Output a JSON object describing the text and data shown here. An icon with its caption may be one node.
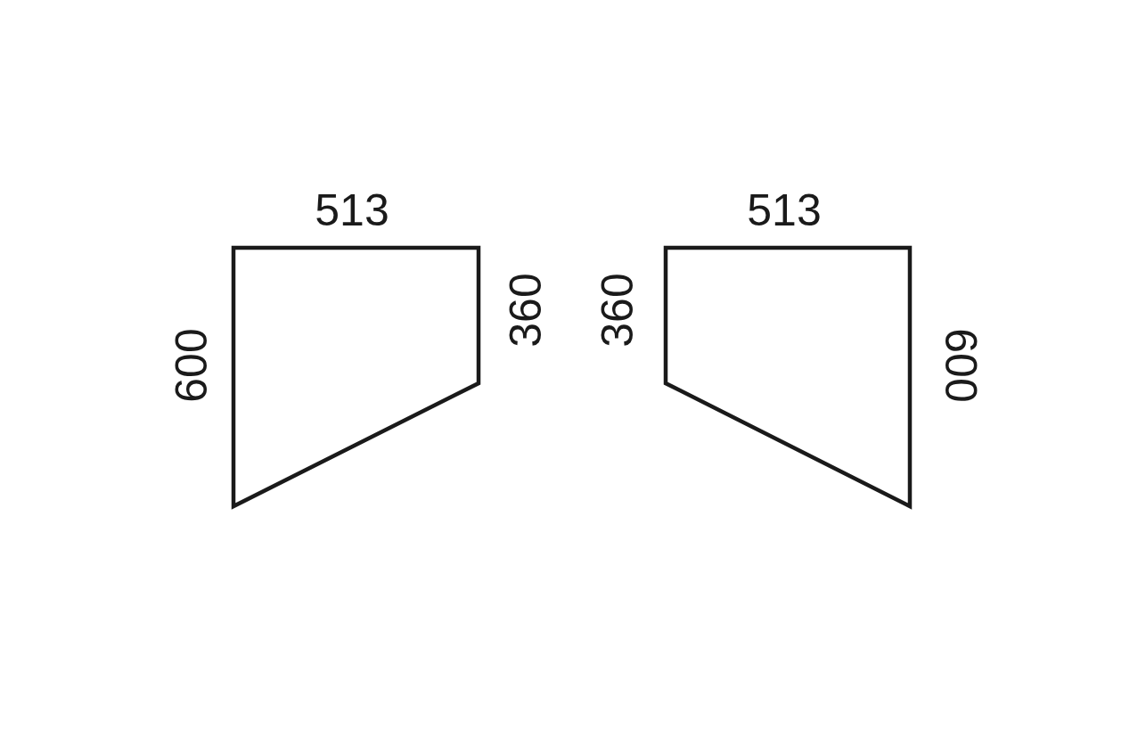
{
  "diagram": {
    "labels": [
      "513",
      "513",
      "360",
      "360",
      "600",
      "600"
    ]
  }
}
